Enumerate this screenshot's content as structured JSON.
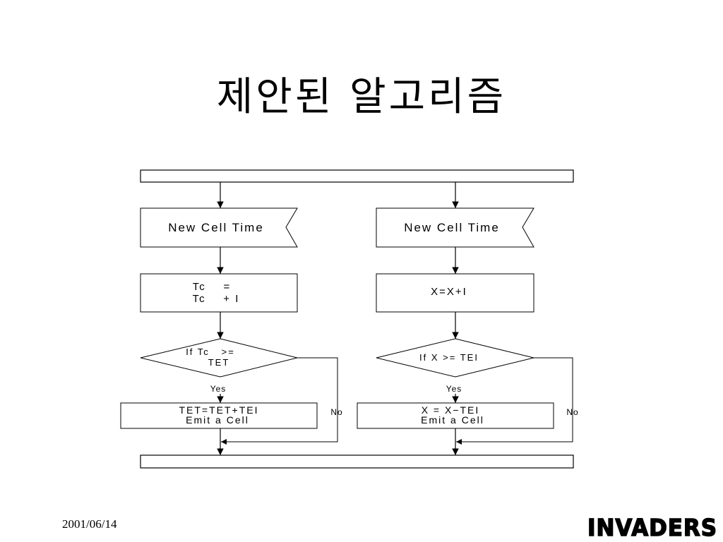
{
  "slide": {
    "title": "제안된 알고리즘",
    "date": "2001/06/14",
    "logo_text": "INVADERS"
  },
  "flowchart": {
    "left": {
      "input": "New Cell Time",
      "process": [
        "Tc    =",
        "Tc    + I"
      ],
      "decision": [
        "If Tc   >=",
        "TET"
      ],
      "yes": "Yes",
      "no": "No",
      "action": [
        "TET=TET+TEI",
        "Emit a Cell"
      ]
    },
    "right": {
      "input": "New Cell Time",
      "process": [
        "X=X+I"
      ],
      "decision": [
        "If X >= TEI"
      ],
      "yes": "Yes",
      "no": "No",
      "action": [
        "X = X−TEI",
        "Emit a Cell"
      ]
    }
  }
}
